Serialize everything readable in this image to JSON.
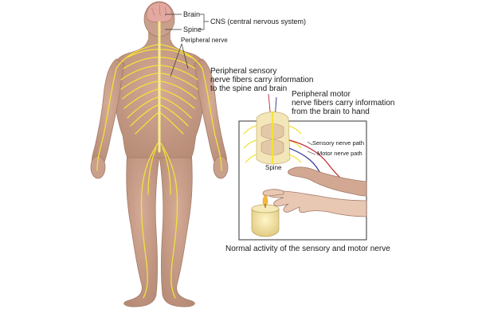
{
  "labels": {
    "brain": "Brain",
    "spine": "Spine",
    "cns": "CNS (central nervous system)",
    "peripheral_nerve": "Peripheral nerve",
    "sensory_fibers": [
      "Peripheral sensory",
      "nerve fibers carry information",
      "to the spine and brain"
    ],
    "motor_fibers": [
      "Peripheral motor",
      "nerve fibers carry information",
      "from the brain to hand"
    ],
    "sensory_path": "Sensory nerve path",
    "motor_path": "Motor nerve path",
    "inset_spine": "Spine",
    "caption": "Normal activity of the sensory and motor nerve"
  },
  "colors": {
    "skin": "#c9a08c",
    "skin_shadow": "#ad8470",
    "nerve": "#f2e23a",
    "brain": "#e3a9a0",
    "sensory_path": "#c0272d",
    "motor_path": "#2b2f8f",
    "inset_border": "#555555",
    "candle": "#ede0a8",
    "flame": "#f6b93b"
  }
}
